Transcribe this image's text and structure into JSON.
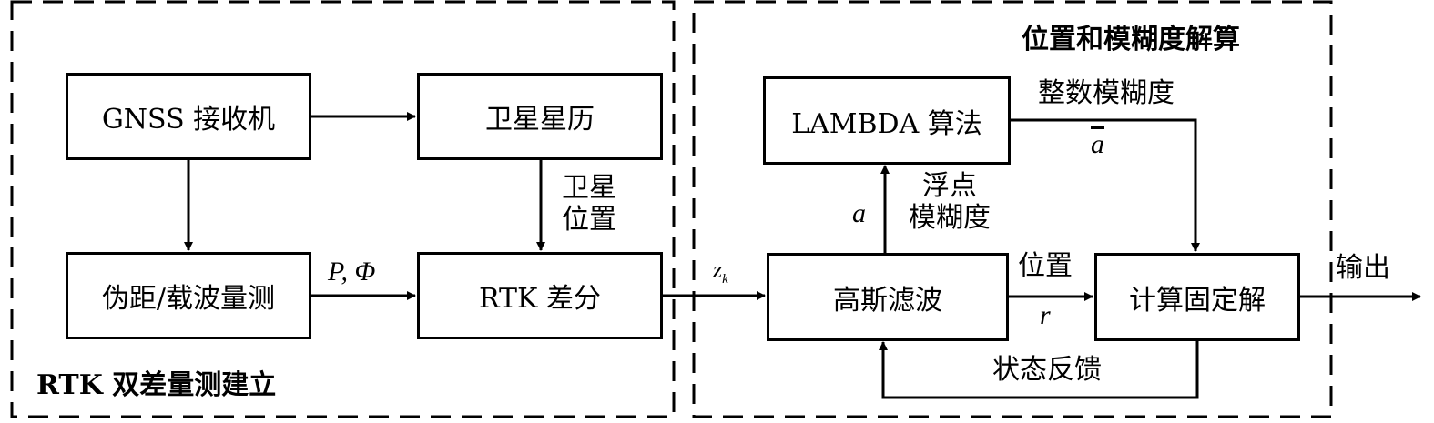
{
  "diagram": {
    "regions": {
      "left": {
        "title": "RTK 双差量测建立"
      },
      "right": {
        "title": "位置和模糊度解算"
      }
    },
    "blocks": {
      "gnss_receiver": "GNSS 接收机",
      "ephemeris": "卫星星历",
      "pseudorange_carrier": "伪距/载波量测",
      "rtk_difference": "RTK 差分",
      "lambda": "LAMBDA 算法",
      "gaussian_filter": "高斯滤波",
      "fixed_solution": "计算固定解"
    },
    "edge_labels": {
      "sat_position_line1": "卫星",
      "sat_position_line2": "位置",
      "p_phi": "P, Φ",
      "zk_main": "z",
      "zk_sub": "k",
      "float_a": "a",
      "float_amb_line1": "浮点",
      "float_amb_line2": "模糊度",
      "integer_amb": "整数模糊度",
      "a_bar": "a",
      "position": "位置",
      "r": "r",
      "state_feedback": "状态反馈",
      "output": "输出"
    }
  }
}
